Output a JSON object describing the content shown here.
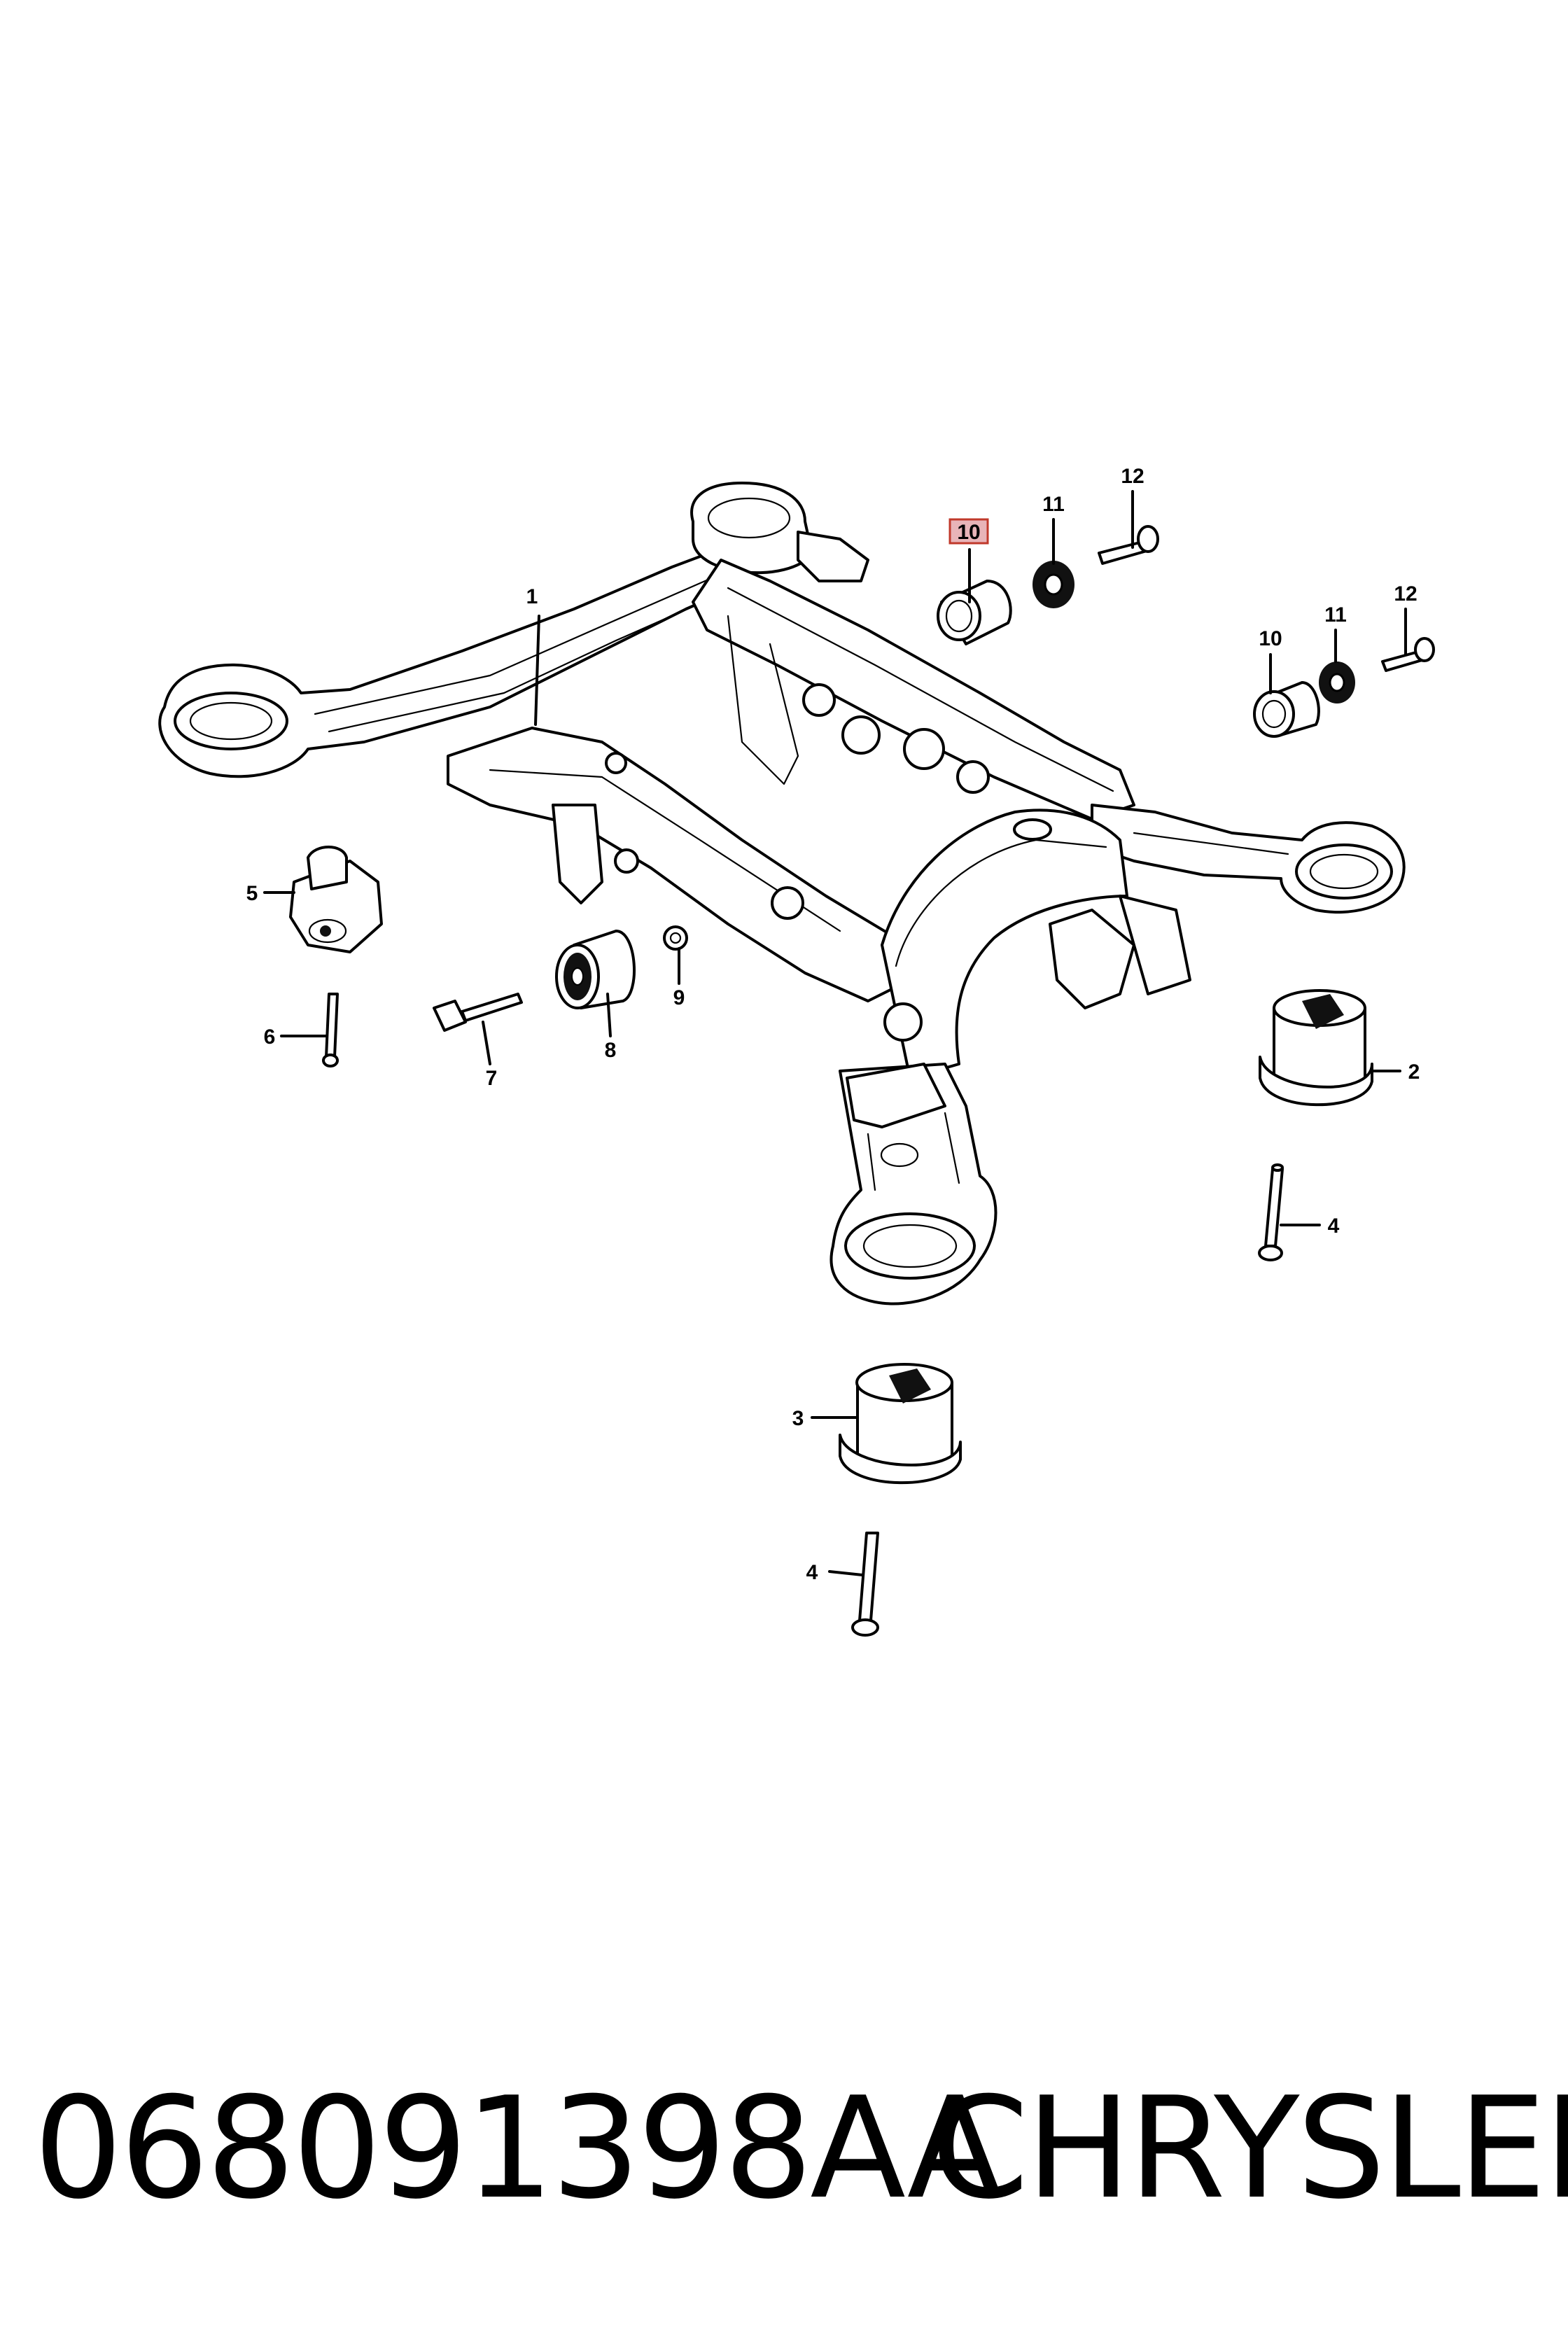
{
  "callouts": {
    "c1": "1",
    "c2": "2",
    "c3": "3",
    "c4a": "4",
    "c4b": "4",
    "c5": "5",
    "c6": "6",
    "c7": "7",
    "c8": "8",
    "c9": "9",
    "c10a": "10",
    "c10b": "10",
    "c11a": "11",
    "c11b": "11",
    "c12a": "12",
    "c12b": "12"
  },
  "highlight": {
    "callout": "10",
    "color": "#e8b4b8"
  },
  "caption": {
    "part_number": "068091398AA",
    "brand": "CHRYSLER"
  }
}
